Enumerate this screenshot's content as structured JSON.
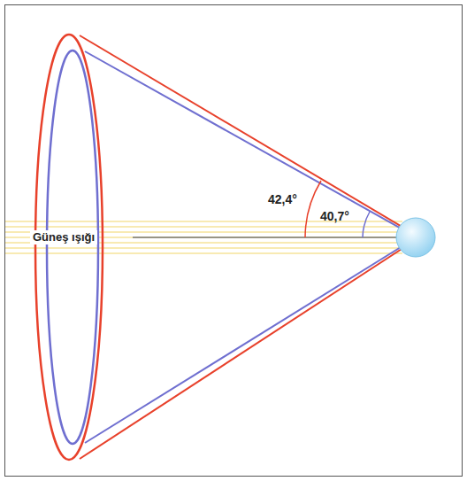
{
  "diagram": {
    "labels": [
      "Güneş ışığı",
      "42,4°",
      "40,7°"
    ]
  }
}
